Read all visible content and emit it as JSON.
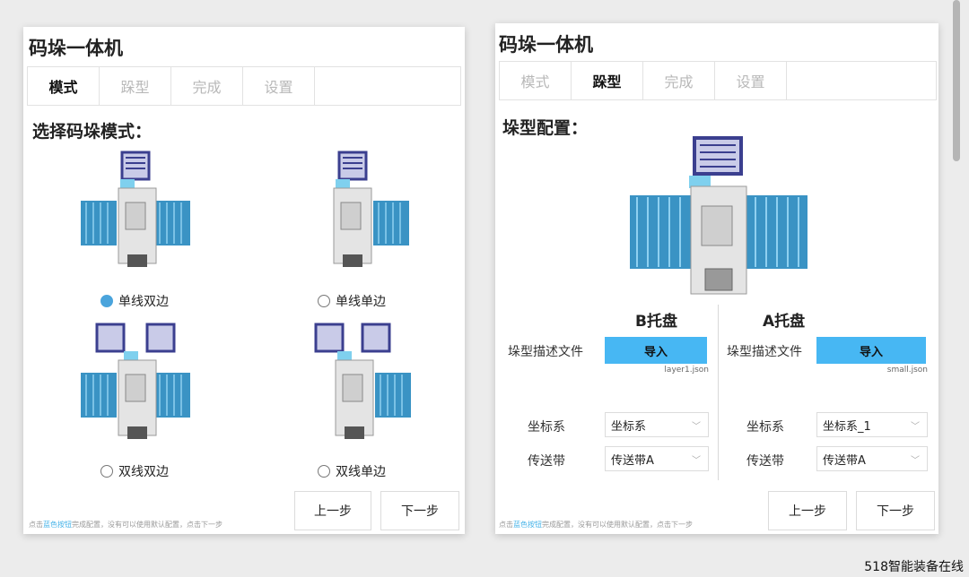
{
  "left": {
    "title": "码垛一体机",
    "tabs": [
      "模式",
      "跺型",
      "完成",
      "设置"
    ],
    "section_title": "选择码垛模式：",
    "options": [
      {
        "label": "单线双边",
        "checked": true
      },
      {
        "label": "单线单边",
        "checked": false
      },
      {
        "label": "双线双边",
        "checked": false
      },
      {
        "label": "双线单边",
        "checked": false
      }
    ],
    "footer": {
      "pre": "点击",
      "highlight": "蓝色按钮",
      "post": "完成配置，没有可以使用默认配置，点击下一步"
    },
    "prev_label": "上一步",
    "next_label": "下一步"
  },
  "right": {
    "title": "码垛一体机",
    "tabs": [
      "模式",
      "跺型",
      "完成",
      "设置"
    ],
    "section_title": "垛型配置：",
    "b_tray": {
      "title": "B托盘",
      "desc_label": "垛型描述文件",
      "import_label": "导入",
      "file_name": "layer1.json",
      "coord_label": "坐标系",
      "coord_value": "坐标系",
      "conveyor_label": "传送带",
      "conveyor_value": "传送带A"
    },
    "a_tray": {
      "title": "A托盘",
      "desc_label": "垛型描述文件",
      "import_label": "导入",
      "file_name": "small.json",
      "coord_label": "坐标系",
      "coord_value": "坐标系_1",
      "conveyor_label": "传送带",
      "conveyor_value": "传送带A"
    },
    "footer": {
      "pre": "点击",
      "highlight": "蓝色按钮",
      "post": "完成配置，没有可以使用默认配置，点击下一步"
    },
    "prev_label": "上一步",
    "next_label": "下一步"
  },
  "watermark": "518智能装备在线",
  "colors": {
    "accent": "#47b7f3",
    "radio_checked": "#4aa4dc",
    "pallet": "#3a93c4",
    "conveyor": "#4b4f9e"
  },
  "icons": [
    "chevron-down-icon",
    "palletizer-robot-icon",
    "pallet-icon",
    "conveyor-icon"
  ]
}
